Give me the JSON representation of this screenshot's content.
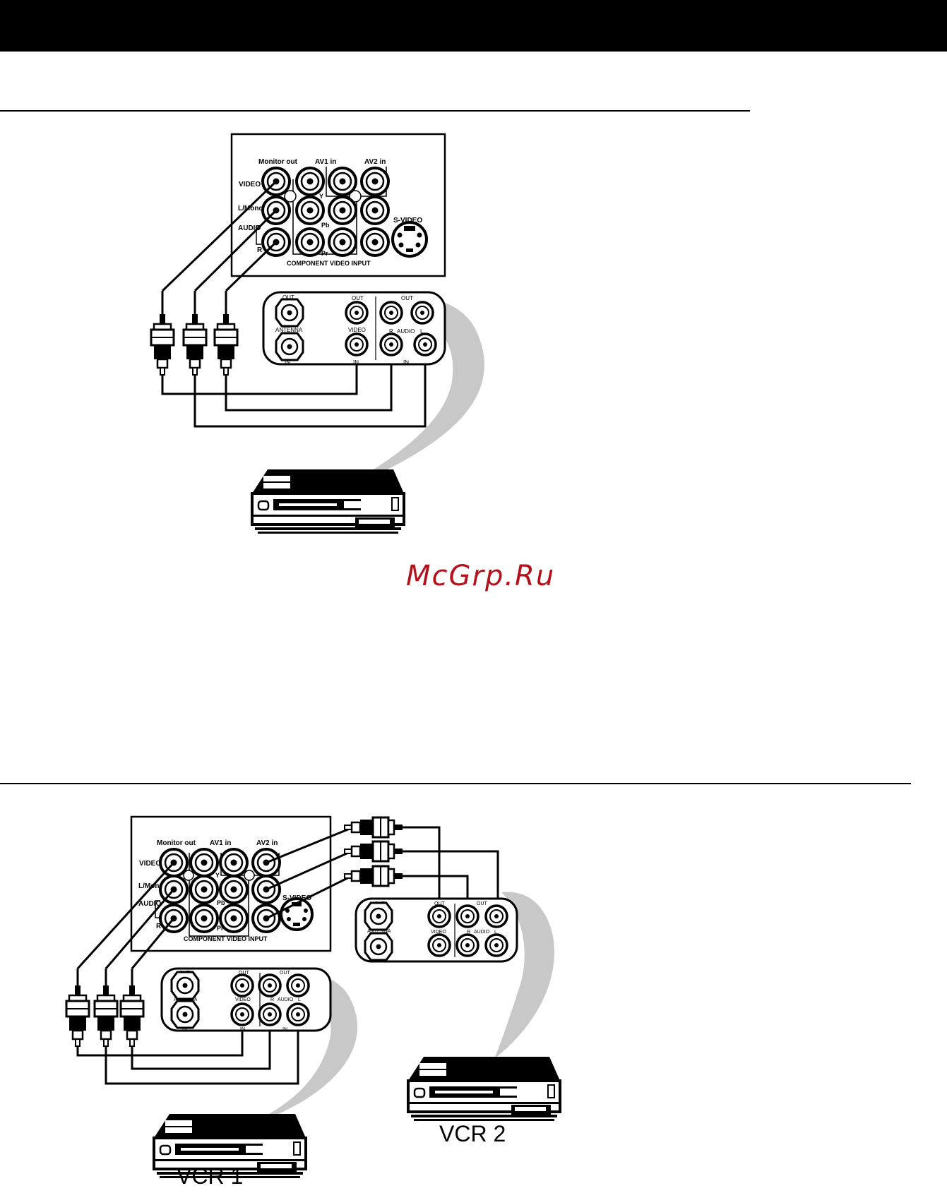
{
  "watermark": "McGrp.Ru",
  "tv_panel": {
    "monitor_out": "Monitor out",
    "av1_in": "AV1 in",
    "av2_in": "AV2 in",
    "video": "VIDEO",
    "l_mono": "L/Mono",
    "audio": "AUDIO",
    "r": "R",
    "y": "Y",
    "pb": "Pb",
    "pr": "Pr",
    "s_video": "S-VIDEO",
    "component": "COMPONENT VIDEO INPUT"
  },
  "vcr_panel": {
    "out": "OUT",
    "antenna": "ANTENNA",
    "in": "IN",
    "video": "VIDEO",
    "r": "R",
    "audio": "AUDIO",
    "l": "L"
  },
  "captions": {
    "vcr1": "VCR 1",
    "vcr2": "VCR 2"
  }
}
